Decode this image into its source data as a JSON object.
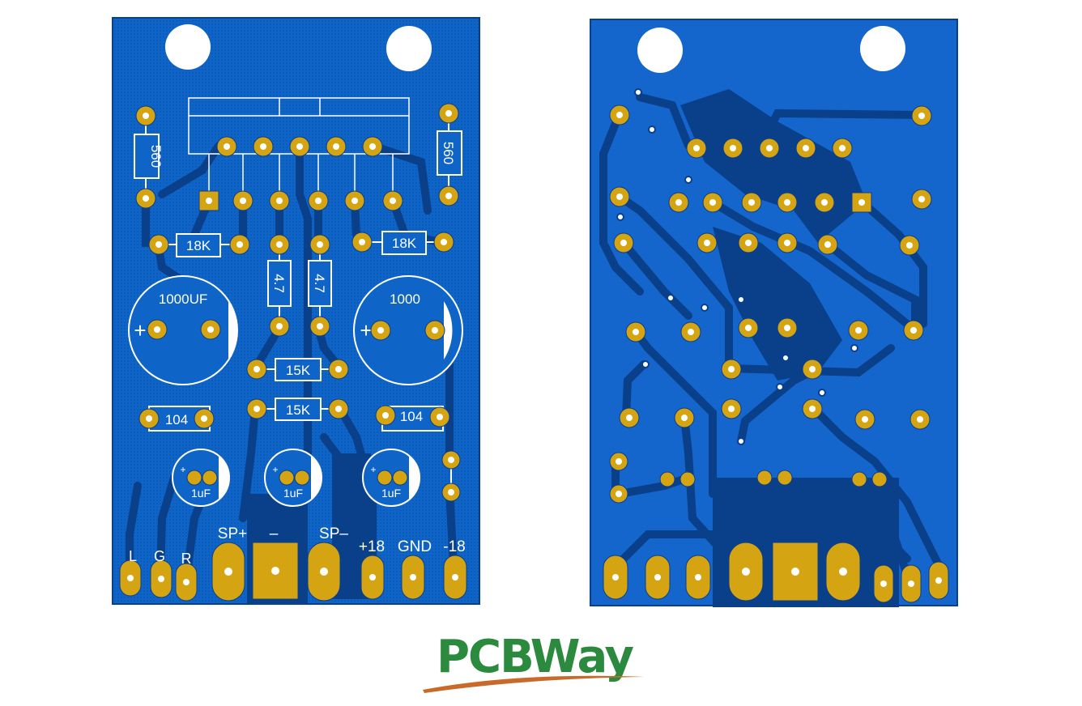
{
  "colors": {
    "board_blue": "#0f64c8",
    "board_dark": "#0a3f8a",
    "pad_gold": "#d4a412",
    "pad_inner": "#e8b918",
    "silk": "#ffffff",
    "logo_green": "#2b8a3e",
    "logo_swoosh": "#c86a2a"
  },
  "top_board": {
    "resistors": {
      "r_left_vertical": "560",
      "r_right_vertical": "560",
      "r_left_horizontal": "18K",
      "r_right_horizontal": "18K",
      "r_mid_left": "4.7",
      "r_mid_right": "4.7",
      "r_center_top": "15K",
      "r_center_bottom": "15K"
    },
    "capacitors": {
      "big_left": "1000UF",
      "big_right": "1000",
      "ceramic_left": "104",
      "ceramic_right": "104",
      "small_1": "1uF",
      "small_2": "1uF",
      "small_3": "1uF",
      "plus": "+"
    },
    "labels": {
      "l": "L",
      "g": "G",
      "r": "R",
      "sp_plus": "SP+",
      "minus": "–",
      "sp_minus": "SP–",
      "plus18": "+18",
      "gnd": "GND",
      "minus18": "-18"
    }
  },
  "logo": {
    "text": "PCBWay",
    "icon": "pcbway-logo-swoosh"
  }
}
